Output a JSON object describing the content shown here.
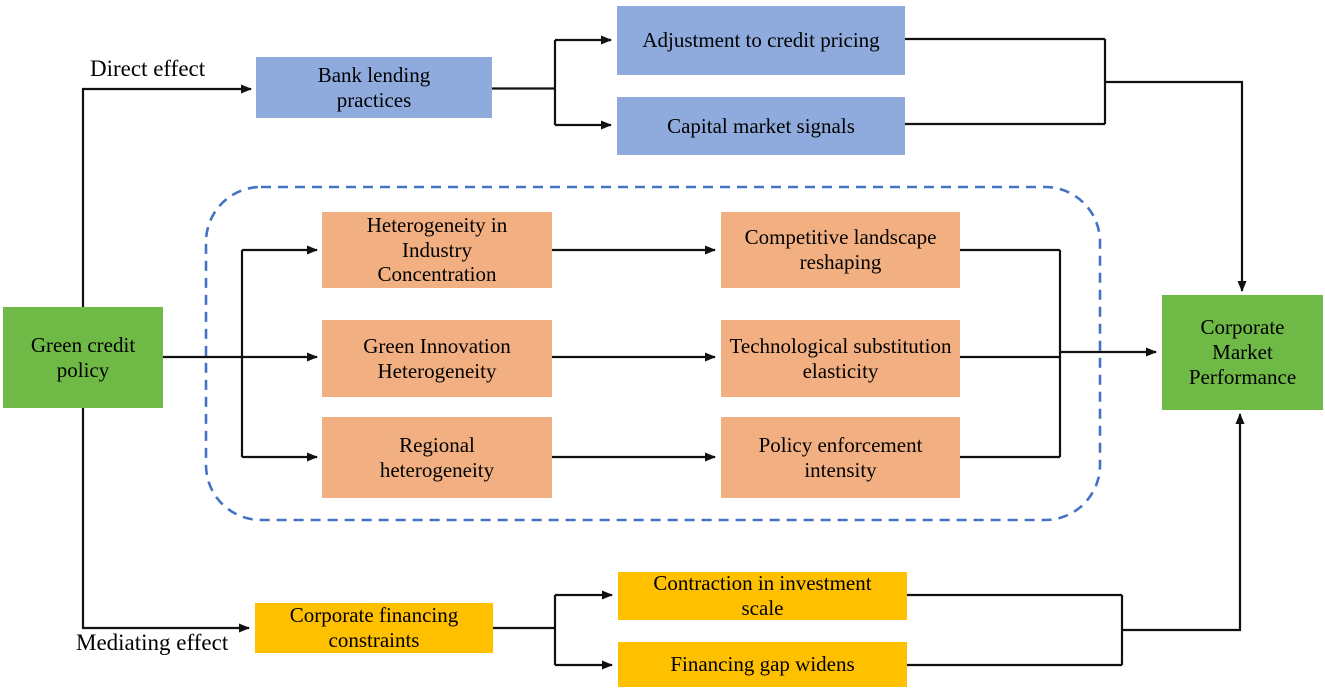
{
  "figure": {
    "type": "flow-diagram",
    "source": {
      "label": "Green credit policy"
    },
    "outcome": {
      "label": "Corporate Market Performance"
    },
    "direct_effect": {
      "edge_label": "Direct effect",
      "mediator": "Bank lending practices",
      "channels": [
        "Adjustment to credit pricing",
        "Capital market signals"
      ]
    },
    "heterogeneity": {
      "drivers": [
        "Heterogeneity in Industry Concentration",
        "Green Innovation Heterogeneity",
        "Regional heterogeneity"
      ],
      "mechanisms": [
        "Competitive landscape reshaping",
        "Technological substitution elasticity",
        "Policy enforcement intensity"
      ]
    },
    "mediating_effect": {
      "edge_label": "Mediating effect",
      "mediator": "Corporate financing constraints",
      "channels": [
        "Contraction in investment scale",
        "Financing gap widens"
      ]
    },
    "colors": {
      "policy_green": "#6FBA47",
      "direct_blue": "#8FAADC",
      "heterogeneity_orange": "#F2B082",
      "mediating_yellow": "#FFC000",
      "dashed_border_blue": "#4472C4",
      "connector_black": "#111111"
    }
  }
}
